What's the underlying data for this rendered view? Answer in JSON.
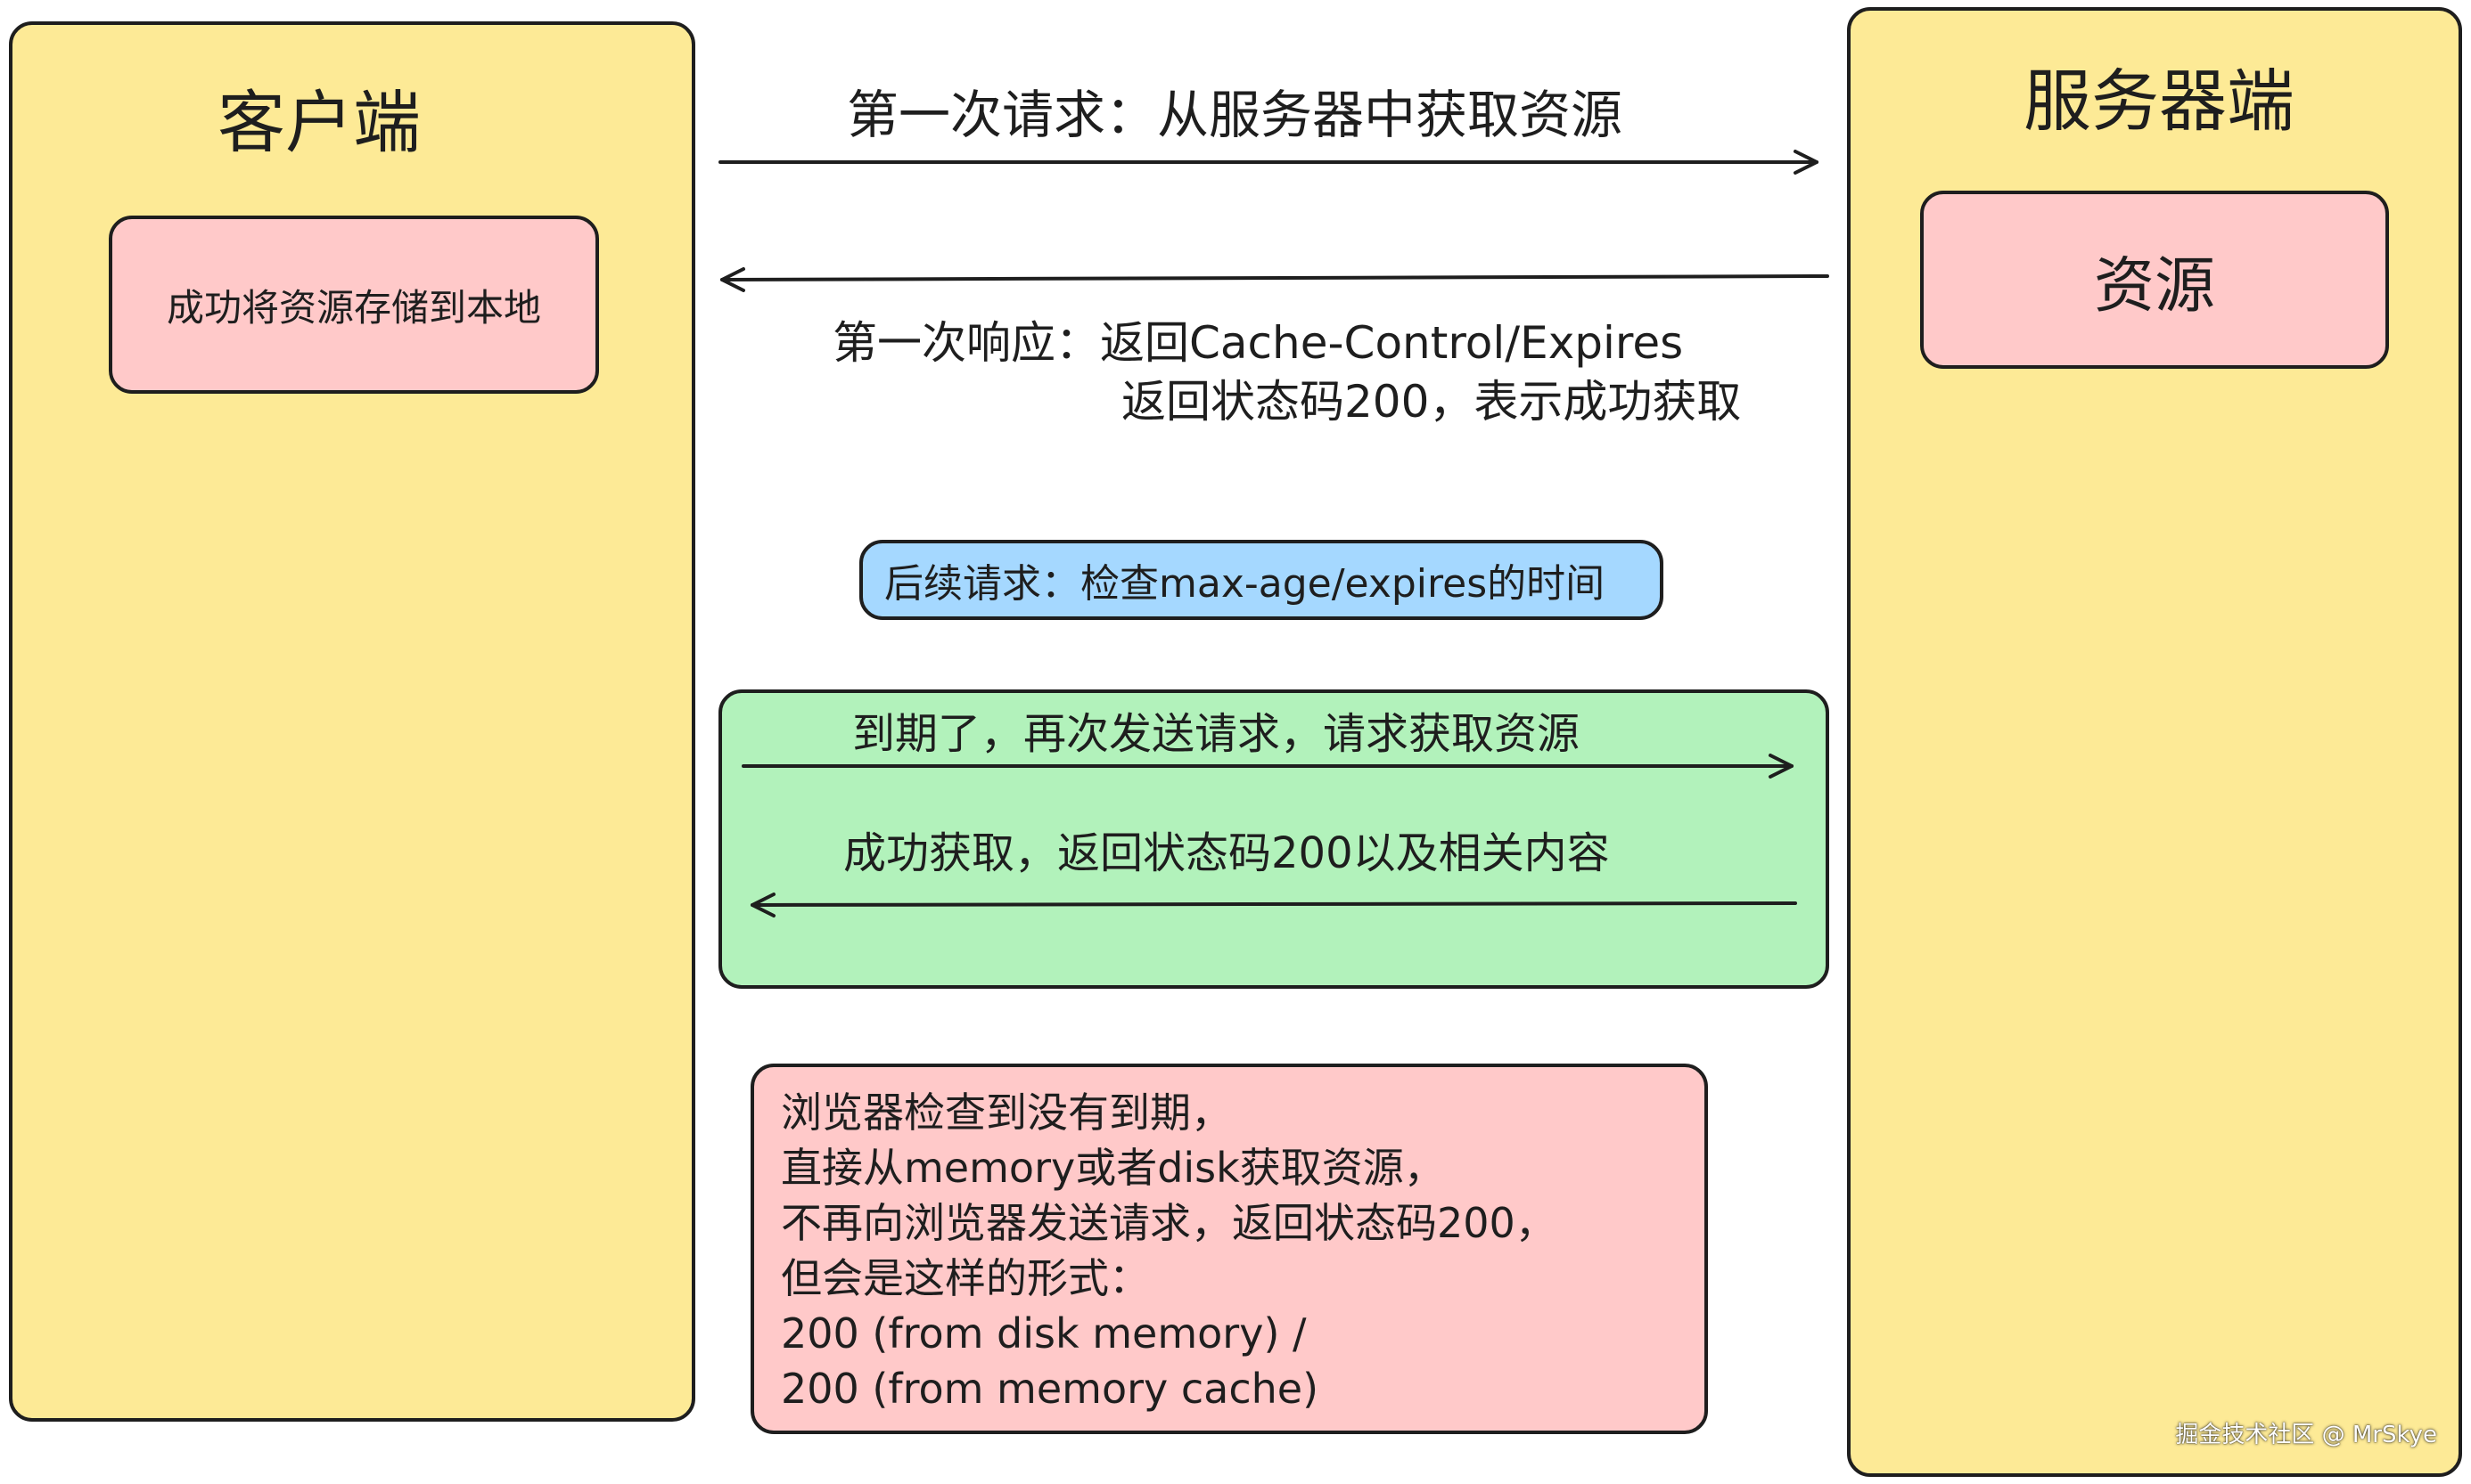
{
  "colors": {
    "panel_yellow": "#fdea96",
    "box_pink": "#ffc9c9",
    "box_blue": "#a5d8ff",
    "box_green": "#b2f2bb",
    "stroke": "#1e1e1e"
  },
  "client": {
    "title": "客户端",
    "store_label": "成功将资源存储到本地"
  },
  "server": {
    "title": "服务器端",
    "resource_label": "资源"
  },
  "first_request": {
    "label": "第一次请求：从服务器中获取资源"
  },
  "first_response": {
    "line1": "第一次响应：返回Cache-Control/Expires",
    "line2": "返回状态码200，表示成功获取"
  },
  "subsequent": {
    "label": "后续请求：检查max-age/expires的时间"
  },
  "expired": {
    "request_label": "到期了，再次发送请求，请求获取资源",
    "response_label": "成功获取，返回状态码200以及相关内容"
  },
  "not_expired": {
    "lines": [
      "浏览器检查到没有到期，",
      "直接从memory或者disk获取资源，",
      "不再向浏览器发送请求，返回状态码200，",
      "但会是这样的形式：",
      "200 (from disk memory) /",
      "200 (from memory cache)"
    ]
  },
  "watermark": "掘金技术社区 @ MrSkye"
}
